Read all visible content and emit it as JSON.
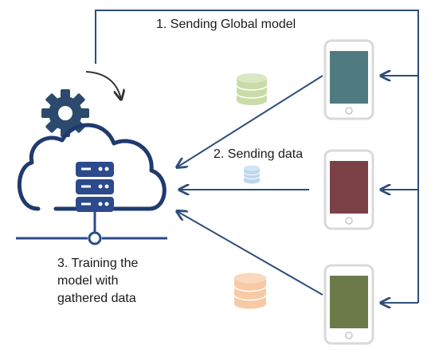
{
  "labels": {
    "step1": "1. Sending Global model",
    "step2": "2. Sending data",
    "step3": "3. Training the\nmodel with\ngathered data"
  },
  "devices": [
    {
      "name": "phone-1",
      "screen_color": "#4f7a80"
    },
    {
      "name": "phone-2",
      "screen_color": "#7a4146"
    },
    {
      "name": "phone-3",
      "screen_color": "#6b7a48"
    }
  ],
  "colors": {
    "arrow": "#2e4d7a",
    "server": "#2c4a8c",
    "gear": "#2c4a6e",
    "phone_frame": "#d9d9d9",
    "db_green": "#c8dca8",
    "db_blue": "#bcd7ec",
    "db_orange": "#f7c9a4"
  }
}
